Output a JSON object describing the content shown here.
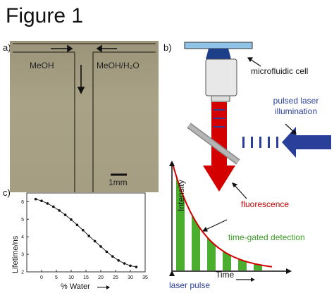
{
  "figure_title": "Figure 1",
  "panels": {
    "a": "a)",
    "b": "b)",
    "c": "c)"
  },
  "photo": {
    "left_channel": "MeOH",
    "right_channel": "MeOH/H₂O",
    "scale_bar": "1mm"
  },
  "schematic": {
    "microfluidic_cell": "microfluidic cell",
    "laser_line1": "pulsed laser",
    "laser_line2": "illumination",
    "fluorescence": "fluorescence",
    "time_gated": "time-gated detection",
    "ylabel": "Intensity",
    "xlabel": "Time",
    "laser_pulse": "laser pulse",
    "colors": {
      "laser": "#2a3f9a",
      "fluorescence": "#d40000",
      "gate": "#4cae2e",
      "cell": "#8fc3e8"
    }
  },
  "chart_data": {
    "type": "scatter",
    "title": "",
    "xlabel": "% Water",
    "ylabel": "Lifetime/ns",
    "xlim": [
      -5,
      35
    ],
    "ylim": [
      2,
      6.5
    ],
    "x_ticks": [
      0,
      5,
      10,
      15,
      20,
      25,
      30,
      35
    ],
    "y_ticks": [
      2,
      3,
      4,
      5,
      6
    ],
    "series": [
      {
        "x": [
          -2,
          0,
          2,
          4,
          6,
          8,
          10,
          12,
          14,
          16,
          18,
          20,
          22,
          24,
          26,
          28,
          30,
          32
        ],
        "y": [
          6.15,
          6.05,
          5.9,
          5.72,
          5.5,
          5.25,
          4.98,
          4.68,
          4.38,
          4.05,
          3.75,
          3.45,
          3.15,
          2.88,
          2.65,
          2.48,
          2.35,
          2.28
        ]
      }
    ]
  }
}
